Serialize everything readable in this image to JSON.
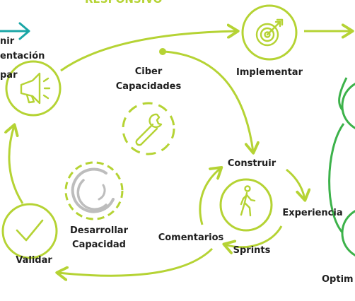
{
  "header": {
    "title_fragment": "RESPONSIVO"
  },
  "labels": {
    "definir": "nir",
    "orientacion": "entación",
    "preparar": "par",
    "implementar": "Implementar",
    "ciber": "Ciber",
    "capacidades": "Capacidades",
    "construir": "Construir",
    "experiencia": "Experiencia",
    "sprints": "Sprints",
    "comentarios": "Comentarios",
    "desarrollar": "Desarrollar",
    "capacidad": "Capacidad",
    "validar": "Validar",
    "optimizar": "Optim"
  },
  "colors": {
    "lime": "#b5d334",
    "teal": "#1aa6a6",
    "green": "#3cb24a",
    "dashed_gray": "#bdbdbd",
    "text": "#1f1f1f"
  },
  "icons": [
    "megaphone-icon",
    "target-icon",
    "wrench-icon",
    "walker-icon",
    "checkmark-icon",
    "spinner-icon"
  ]
}
